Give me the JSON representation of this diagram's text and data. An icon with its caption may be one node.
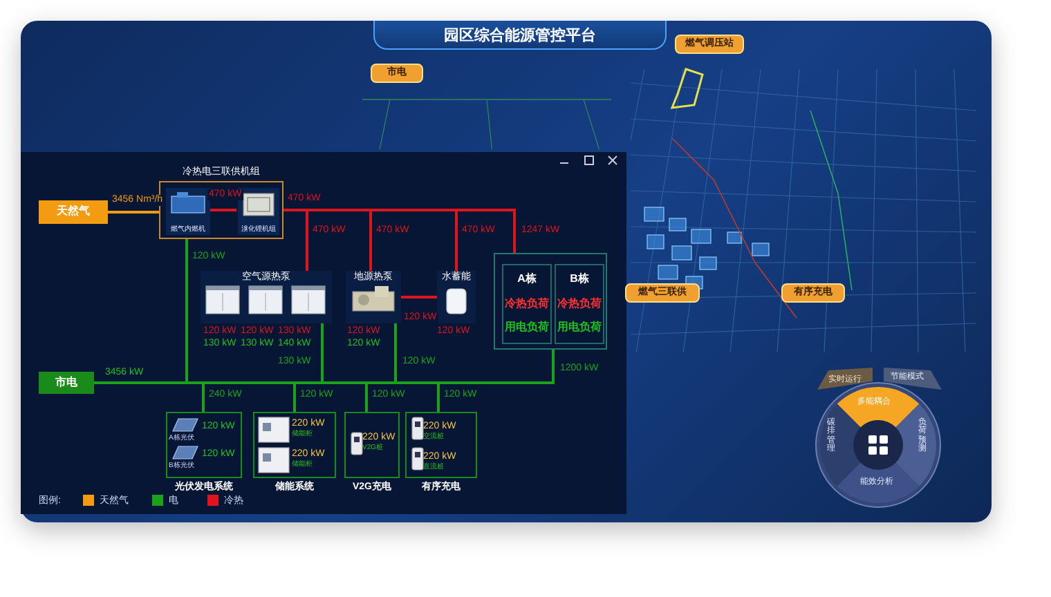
{
  "diagram": {
    "title": "园区综合能源管控平台",
    "nodes": [
      {
        "text": [
          "天然气"
        ]
      },
      {
        "text": [
          "冷热电三联供机组"
        ]
      },
      {
        "text": [
          "燃气内燃机"
        ],
        "in": 1
      },
      {
        "text": [
          "溴化锂机组"
        ],
        "in": 1
      },
      {
        "text": [
          "空气源热泵"
        ],
        "beside": [
          "120 kW",
          "120 kW",
          "130 kW",
          "130 kW",
          "130 kW",
          "140 kW"
        ]
      },
      {
        "text": [
          "地源热泵"
        ],
        "beside": [
          "120 kW",
          "120 kW"
        ]
      },
      {
        "text": [
          "水蓄能"
        ],
        "beside": [
          "120 kW"
        ]
      },
      {
        "text": [],
        "shape": "box"
      },
      {
        "text": [
          "A栋",
          "冷热负荷",
          "用电负荷"
        ],
        "in": 7
      },
      {
        "text": [
          "B栋",
          "冷热负荷",
          "用电负荷"
        ],
        "in": 7
      },
      {
        "text": [
          "市电"
        ]
      },
      {
        "text": [
          "光伏发电系统"
        ]
      },
      {
        "text": [
          "储能系统"
        ]
      },
      {
        "text": [
          "V2G充电"
        ]
      },
      {
        "text": [
          "有序充电"
        ]
      },
      {
        "text": [
          "市电"
        ]
      },
      {
        "text": [
          "燃气调压站"
        ]
      },
      {
        "text": [
          "燃气三联供"
        ]
      },
      {
        "text": [
          "有序充电"
        ]
      }
    ],
    "edges": [
      {
        "from": 0,
        "to": 1,
        "arrow": "none",
        "label": "3456 Nm³/h",
        "color": "#f39c12"
      },
      {
        "from": 2,
        "to": 3,
        "arrow": "none",
        "label": "470 kW",
        "color": "#e0141c"
      },
      {
        "from": 1,
        "to": 4,
        "arrow": "none",
        "label": "470 kW",
        "color": "#e0141c"
      },
      {
        "from": 1,
        "to": 5,
        "arrow": "none",
        "label": "470 kW",
        "color": "#e0141c"
      },
      {
        "from": 1,
        "to": 6,
        "arrow": "none",
        "label": "470 kW",
        "color": "#e0141c"
      },
      {
        "from": 1,
        "to": 7,
        "arrow": "none",
        "label": "1247 kW",
        "color": "#e0141c"
      },
      {
        "from": 5,
        "to": 6,
        "arrow": "none",
        "label": "120 kW",
        "color": "#e0141c"
      },
      {
        "from": 10,
        "to": 1,
        "arrow": "none",
        "label": "120 kW"
      },
      {
        "from": 10,
        "to": 4,
        "arrow": "none",
        "label": "130 kW"
      },
      {
        "from": 10,
        "to": 5,
        "arrow": "none",
        "label": "120 kW"
      },
      {
        "from": 10,
        "to": 7,
        "arrow": "none",
        "label": "1200 kW"
      },
      {
        "from": 10,
        "to": 11,
        "arrow": "none",
        "label": "240 kW"
      },
      {
        "from": 10,
        "to": 12,
        "arrow": "none",
        "label": "120 kW"
      },
      {
        "from": 10,
        "to": 13,
        "arrow": "none",
        "label": "120 kW"
      },
      {
        "from": 10,
        "to": 14,
        "arrow": "none",
        "label": "120 kW"
      }
    ],
    "labels": [
      "470 kW",
      "3456 kW",
      "120 kW",
      "A栋光伏",
      "120 kW",
      "B栋光伏",
      "220 kW",
      "储能柜",
      "220 kW",
      "储能柜",
      "220 kW",
      "V2G桩",
      "220 kW",
      "交流桩",
      "220 kW",
      "直流桩",
      "图例:",
      "实时运行",
      "节能模式",
      "多能耦合",
      "碳排管理",
      "负荷预测",
      "能效分析"
    ],
    "legend": [
      {
        "text": "天然气",
        "color": "#f39c12"
      },
      {
        "text": "电",
        "color": "#1aa31a"
      },
      {
        "text": "冷热",
        "color": "#e0141c"
      }
    ]
  }
}
